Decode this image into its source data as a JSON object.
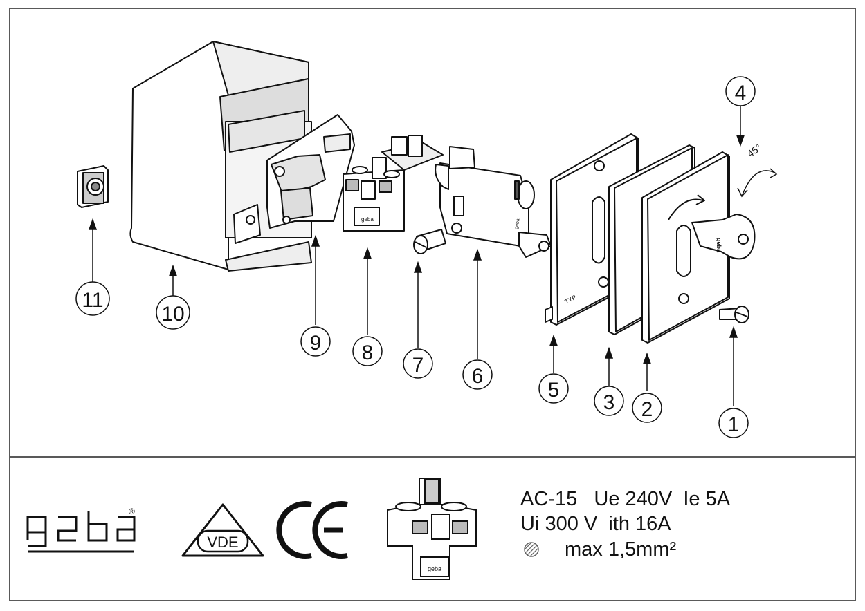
{
  "callouts": [
    "1",
    "2",
    "3",
    "4",
    "5",
    "6",
    "7",
    "8",
    "9",
    "10",
    "11"
  ],
  "rotation_label": "45°",
  "key_label": "geba",
  "plate_marking": "TYP",
  "cylinder_label": "geba",
  "logo": {
    "text": "geba",
    "registered": "®"
  },
  "certifications": {
    "vde": "VDE",
    "ce": "CE"
  },
  "terminal_label": "geba",
  "specs": {
    "line1": "AC-15   Ue 240V  Ie 5A",
    "line2": "Ui 300 V  ith 16A",
    "line3": "max 1,5mm²"
  }
}
